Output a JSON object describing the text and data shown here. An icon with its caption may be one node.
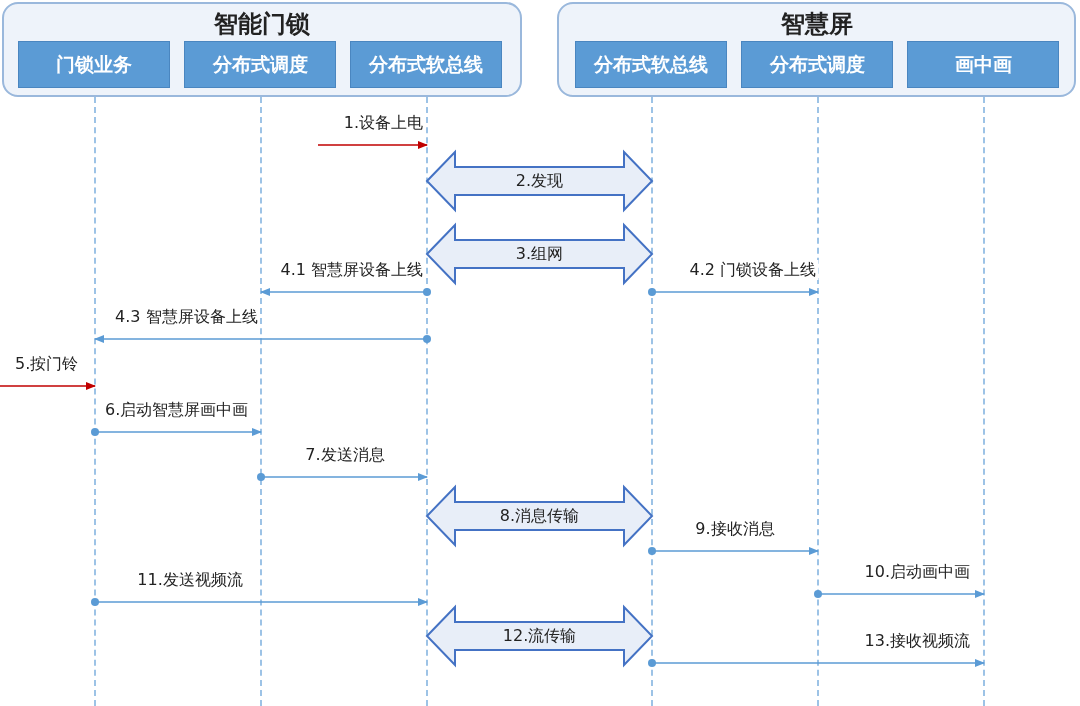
{
  "diagram": {
    "nodes": [
      {
        "text": [
          "智能门锁"
        ]
      },
      {
        "text": [
          "门锁业务"
        ],
        "in": 0
      },
      {
        "text": [
          "分布式调度"
        ],
        "in": 0
      },
      {
        "text": [
          "分布式软总线"
        ],
        "in": 0
      },
      {
        "text": [
          "智慧屏"
        ]
      },
      {
        "text": [
          "分布式软总线"
        ],
        "in": 4
      },
      {
        "text": [
          "分布式调度"
        ],
        "in": 4
      },
      {
        "text": [
          "画中画"
        ],
        "in": 4
      },
      {
        "text": [],
        "shape": "line"
      },
      {
        "text": [],
        "shape": "line"
      },
      {
        "text": [],
        "shape": "line"
      },
      {
        "text": [],
        "shape": "line"
      },
      {
        "text": [],
        "shape": "line"
      },
      {
        "text": [],
        "shape": "line"
      }
    ],
    "edges": [
      {
        "from": null,
        "to": 10,
        "arrow": "to",
        "label": "1.设备上电",
        "color": "#c00000"
      },
      {
        "from": 10,
        "to": 11,
        "arrow": "both",
        "label": "2.发现",
        "style": "thick"
      },
      {
        "from": 10,
        "to": 11,
        "arrow": "both",
        "label": "3.组网",
        "style": "thick"
      },
      {
        "from": 10,
        "to": 9,
        "arrow": "to",
        "label": "4.1 智慧屏设备上线"
      },
      {
        "from": 11,
        "to": 12,
        "arrow": "to",
        "label": "4.2 门锁设备上线"
      },
      {
        "from": 10,
        "to": 8,
        "arrow": "to",
        "label": "4.3 智慧屏设备上线"
      },
      {
        "from": null,
        "to": 8,
        "arrow": "to",
        "label": "5.按门铃",
        "color": "#c00000"
      },
      {
        "from": 8,
        "to": 9,
        "arrow": "to",
        "label": "6.启动智慧屏画中画"
      },
      {
        "from": 9,
        "to": 10,
        "arrow": "to",
        "label": "7.发送消息"
      },
      {
        "from": 10,
        "to": 11,
        "arrow": "both",
        "label": "8.消息传输",
        "style": "thick"
      },
      {
        "from": 11,
        "to": 12,
        "arrow": "to",
        "label": "9.接收消息"
      },
      {
        "from": 12,
        "to": 13,
        "arrow": "to",
        "label": "10.启动画中画"
      },
      {
        "from": 8,
        "to": 10,
        "arrow": "to",
        "label": "11.发送视频流"
      },
      {
        "from": 10,
        "to": 11,
        "arrow": "both",
        "label": "12.流传输",
        "style": "thick"
      },
      {
        "from": 11,
        "to": 13,
        "arrow": "to",
        "label": "13.接收视频流"
      }
    ]
  }
}
